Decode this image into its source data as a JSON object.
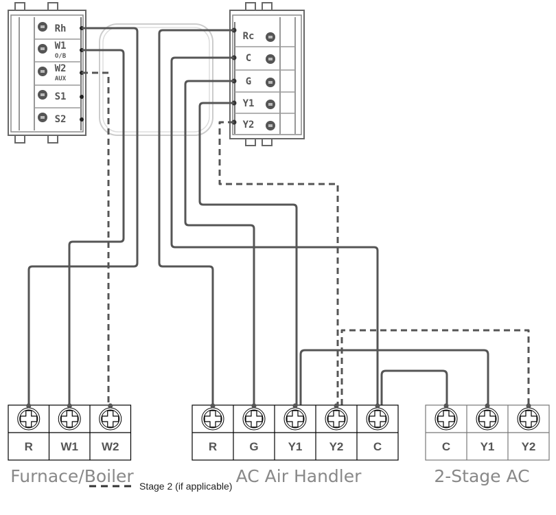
{
  "thermostat_left": {
    "terminals": [
      {
        "label": "Rh",
        "sub": ""
      },
      {
        "label": "W1",
        "sub": "O/B"
      },
      {
        "label": "W2",
        "sub": "AUX"
      },
      {
        "label": "S1",
        "sub": ""
      },
      {
        "label": "S2",
        "sub": ""
      }
    ]
  },
  "thermostat_right": {
    "terminals": [
      {
        "label": "Rc"
      },
      {
        "label": "C"
      },
      {
        "label": "G"
      },
      {
        "label": "Y1"
      },
      {
        "label": "Y2"
      }
    ]
  },
  "blocks": [
    {
      "title": "Furnace/Boiler",
      "terminals": [
        "R",
        "W1",
        "W2"
      ]
    },
    {
      "title": "AC Air Handler",
      "terminals": [
        "R",
        "G",
        "Y1",
        "Y2",
        "C"
      ]
    },
    {
      "title": "2-Stage AC",
      "terminals": [
        "C",
        "Y1",
        "Y2"
      ]
    }
  ],
  "legend": {
    "dashed_label": "Stage 2 (if applicable)"
  },
  "colors": {
    "wire": "#555555",
    "title": "#888888"
  }
}
